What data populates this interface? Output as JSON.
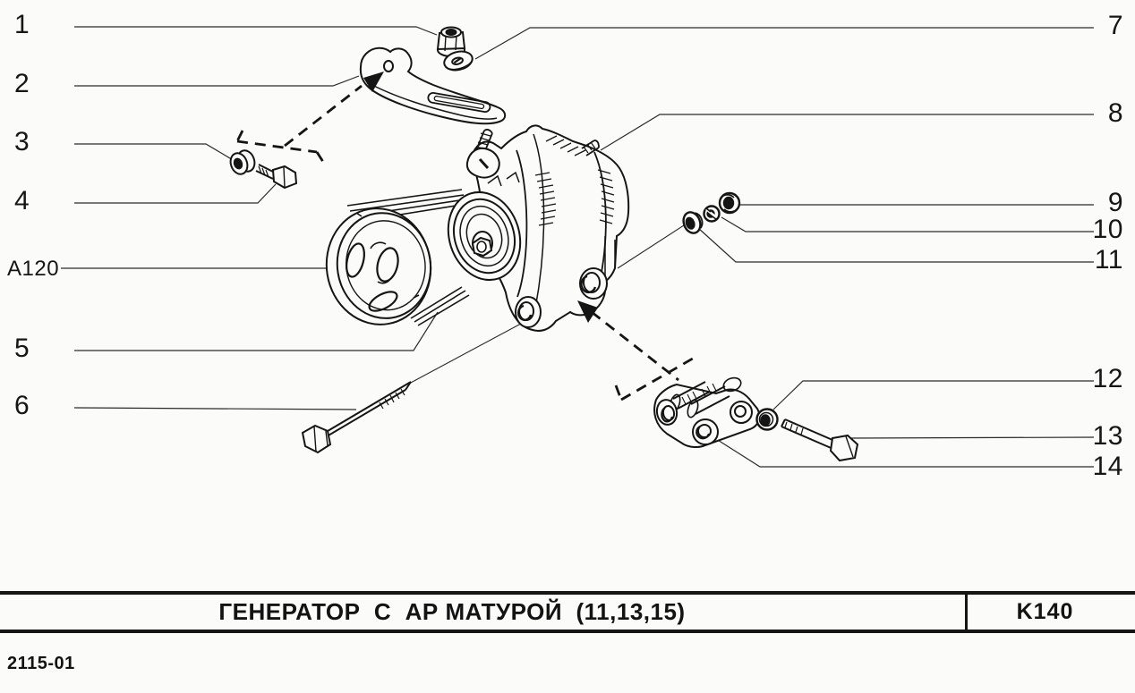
{
  "page": {
    "background": "#fbfbf9",
    "ink": "#151515"
  },
  "diagram": {
    "callouts": [
      {
        "label": "1"
      },
      {
        "label": "2"
      },
      {
        "label": "3"
      },
      {
        "label": "4"
      },
      {
        "label": "A120"
      },
      {
        "label": "5"
      },
      {
        "label": "6"
      },
      {
        "label": "7"
      },
      {
        "label": "8"
      },
      {
        "label": "9"
      },
      {
        "label": "10"
      },
      {
        "label": "11"
      },
      {
        "label": "12"
      },
      {
        "label": "13"
      },
      {
        "label": "14"
      }
    ]
  },
  "title_block": {
    "title": "ГЕНЕРАТОР  С  АР МАТУРОЙ  (11,13,15)",
    "code": "K140",
    "doc_number": "2115-01"
  }
}
